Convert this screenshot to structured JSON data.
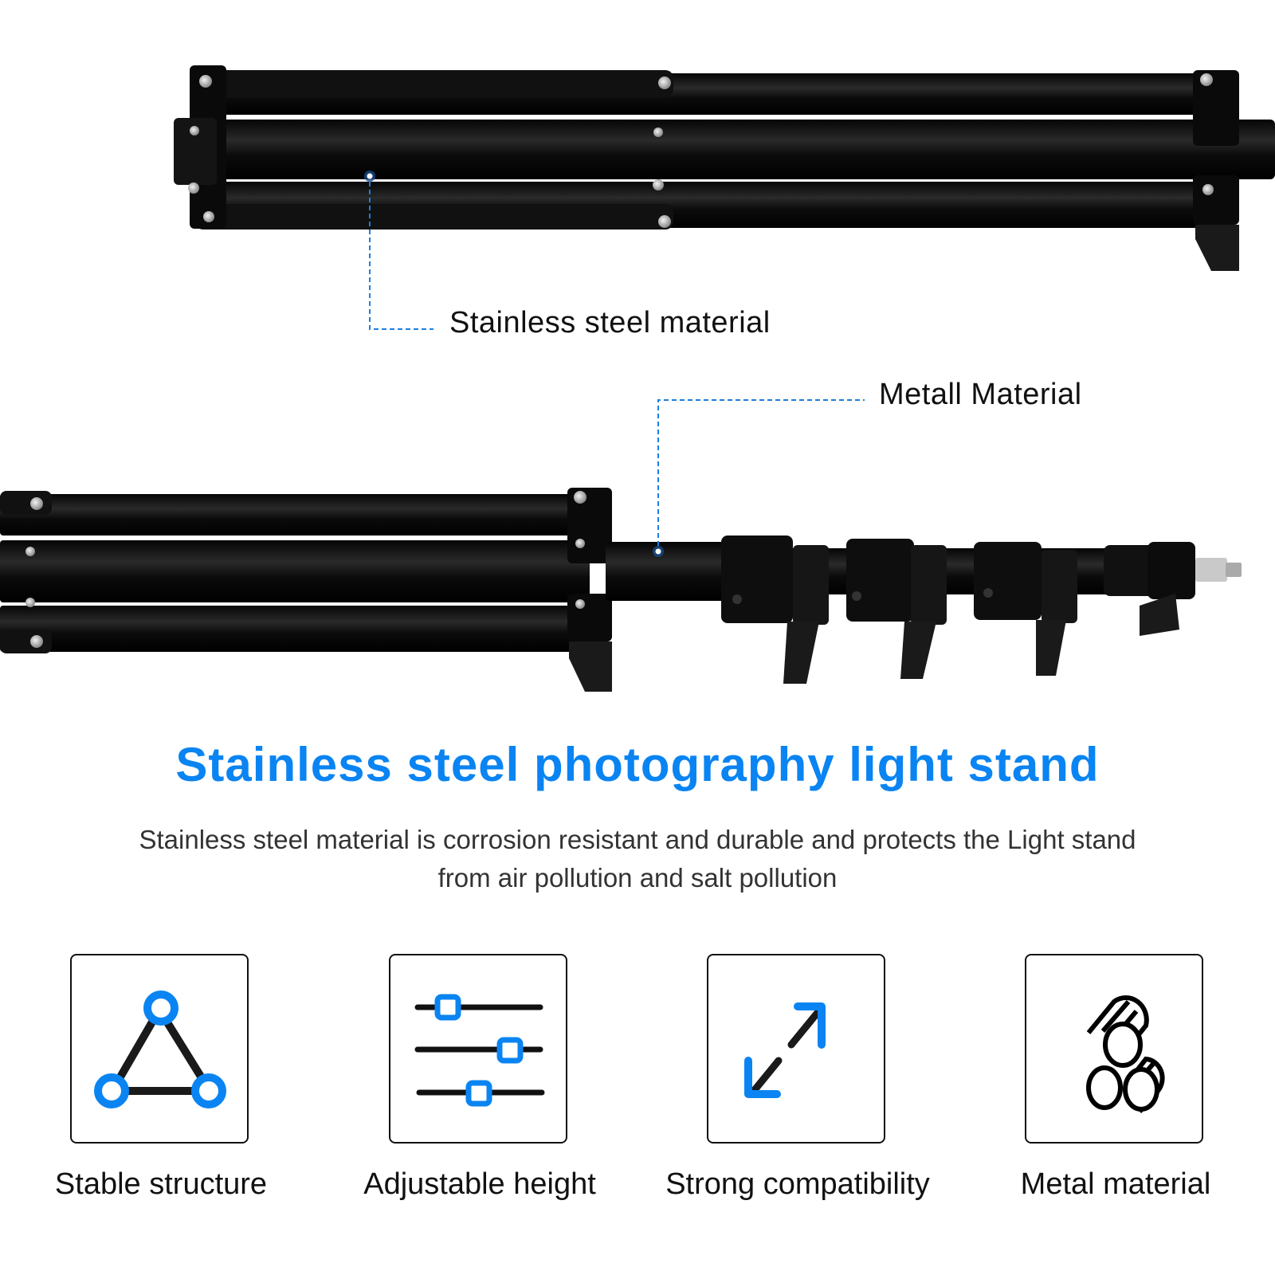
{
  "callouts": {
    "top": {
      "label": "Stainless steel material"
    },
    "middle": {
      "label": "Metall Material"
    }
  },
  "headline": "Stainless steel photography light stand",
  "description": {
    "line1": "Stainless steel material is corrosion resistant and durable and protects the Light stand",
    "line2": "from air pollution and salt pollution"
  },
  "features": [
    {
      "label": "Stable structure",
      "icon": "triangle-nodes-icon"
    },
    {
      "label": "Adjustable height",
      "icon": "sliders-icon"
    },
    {
      "label": "Strong compatibility",
      "icon": "expand-arrows-icon"
    },
    {
      "label": "Metal material",
      "icon": "metal-pipes-icon"
    }
  ],
  "colors": {
    "accent": "#0a84f2",
    "text": "#111111",
    "stand": "#0d0d0d"
  }
}
